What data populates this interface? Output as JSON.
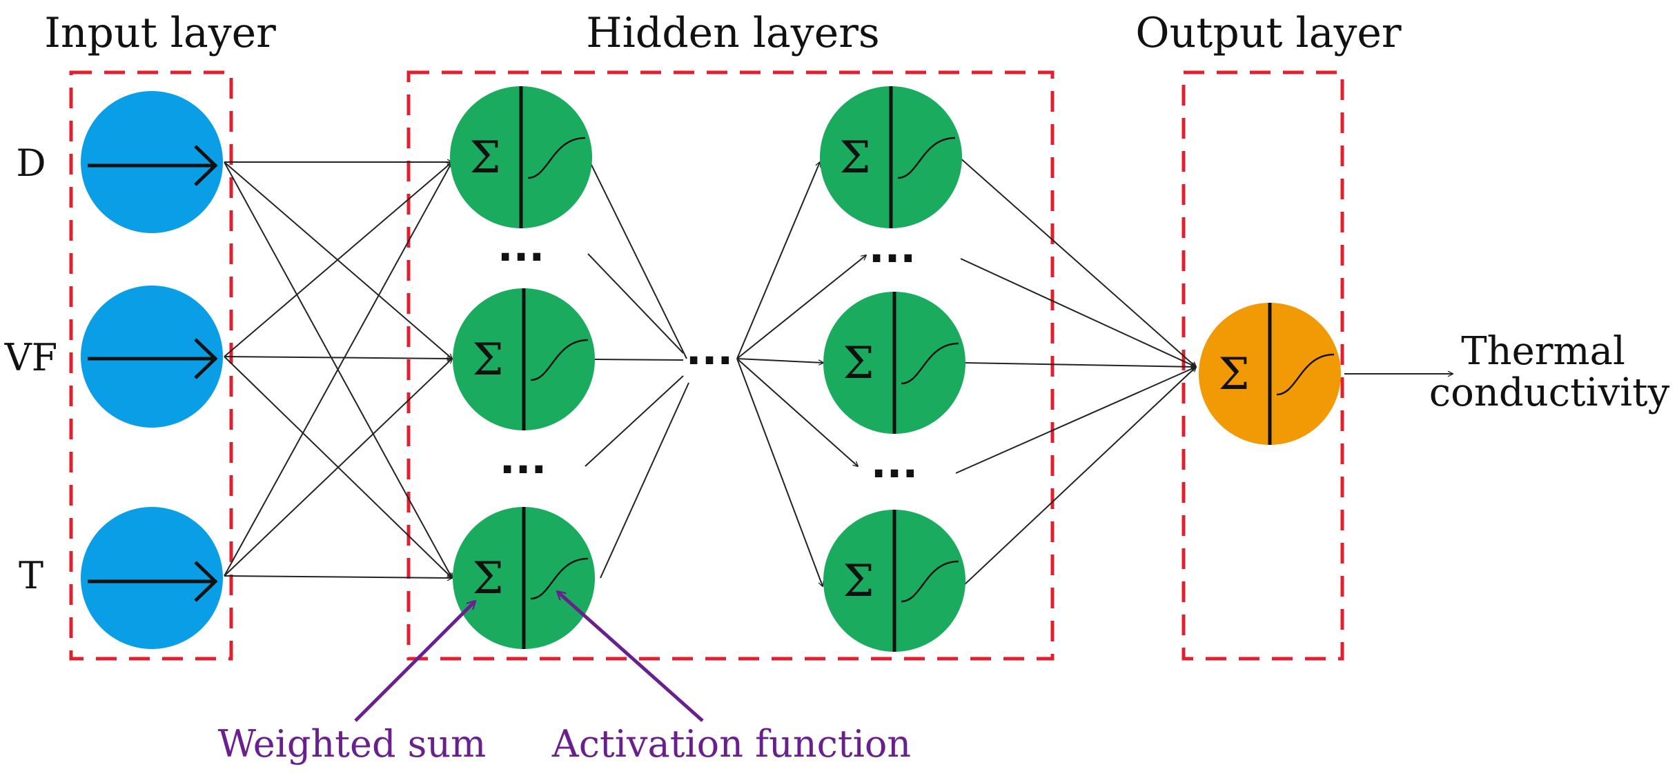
{
  "titles": {
    "input": "Input layer",
    "hidden": "Hidden layers",
    "output": "Output layer"
  },
  "inputs": [
    "D",
    "VF",
    "T"
  ],
  "output": {
    "line1": "Thermal",
    "line2": "conductivity"
  },
  "ellipsis": "...",
  "node_symbol": "Σ",
  "annotations": {
    "weighted_sum": "Weighted sum",
    "activation": "Activation function"
  },
  "colors": {
    "input_node": "#0a9ee6",
    "hidden_node": "#1aab5f",
    "output_node": "#f29a05",
    "layer_box": "#e0202e",
    "annotation": "#6a1f8f"
  }
}
